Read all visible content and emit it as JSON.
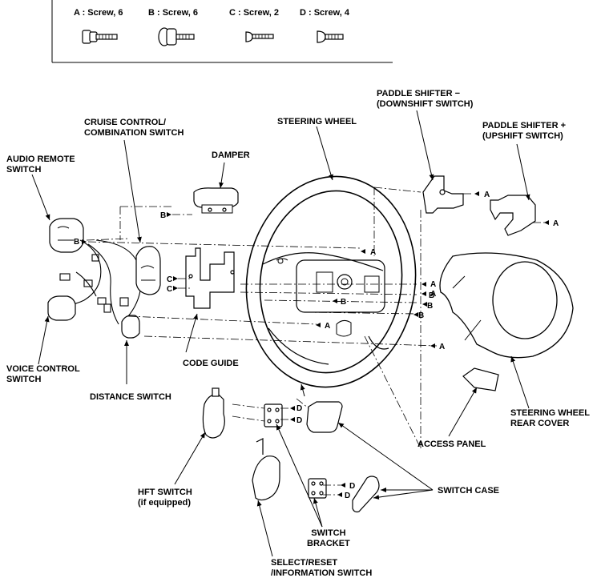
{
  "screw_legend": [
    {
      "text": "A : Screw, 6"
    },
    {
      "text": "B : Screw, 6"
    },
    {
      "text": "C : Screw, 2"
    },
    {
      "text": "D : Screw, 4"
    }
  ],
  "labels": {
    "audio_remote_switch": [
      "AUDIO REMOTE",
      "SWITCH"
    ],
    "cruise_control": [
      "CRUISE CONTROL/",
      "COMBINATION SWITCH"
    ],
    "damper": [
      "DAMPER"
    ],
    "steering_wheel": [
      "STEERING WHEEL"
    ],
    "paddle_minus": [
      "PADDLE SHIFTER −",
      "(DOWNSHIFT SWITCH)"
    ],
    "paddle_plus": [
      "PADDLE SHIFTER +",
      "(UPSHIFT SWITCH)"
    ],
    "voice_control": [
      "VOICE CONTROL",
      "SWITCH"
    ],
    "code_guide": [
      "CODE GUIDE"
    ],
    "distance_switch": [
      "DISTANCE SWITCH"
    ],
    "rear_cover": [
      "STEERING WHEEL",
      "REAR COVER"
    ],
    "access_panel": [
      "ACCESS PANEL"
    ],
    "hft_switch": [
      "HFT SWITCH",
      "(if equipped)"
    ],
    "switch_case": [
      "SWITCH CASE"
    ],
    "switch_bracket": [
      "SWITCH",
      "BRACKET"
    ],
    "select_reset": [
      "SELECT/RESET",
      "/INFORMATION SWITCH"
    ]
  },
  "callouts": [
    "A",
    "B",
    "C",
    "D"
  ]
}
